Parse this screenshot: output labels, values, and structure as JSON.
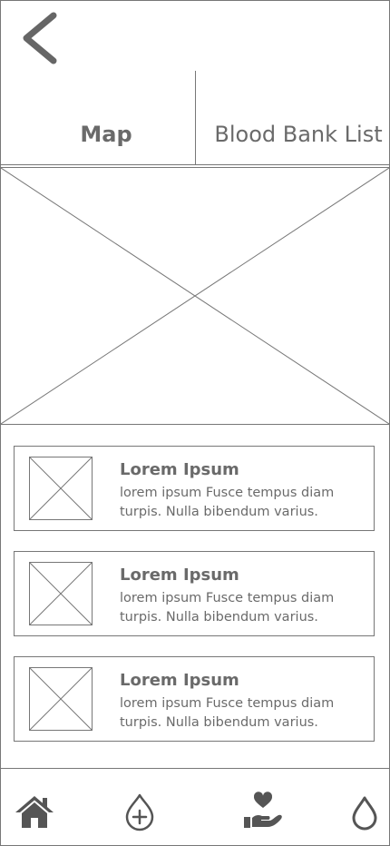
{
  "header": {
    "back_icon": "chevron-left-icon"
  },
  "tabs": [
    {
      "label": "Map",
      "active": true
    },
    {
      "label": "Blood Bank List",
      "active": false
    }
  ],
  "map": {
    "placeholder_icon": "image-placeholder-icon"
  },
  "list": [
    {
      "title": "Lorem Ipsum",
      "description": "lorem ipsum Fusce tempus diam turpis. Nulla bibendum varius."
    },
    {
      "title": "Lorem Ipsum",
      "description": "lorem ipsum Fusce tempus diam turpis. Nulla bibendum varius."
    },
    {
      "title": "Lorem Ipsum",
      "description": "lorem ipsum Fusce tempus diam turpis. Nulla bibendum varius."
    }
  ],
  "bottom_nav": [
    {
      "icon": "home-icon"
    },
    {
      "icon": "add-drop-icon"
    },
    {
      "icon": "donate-heart-icon"
    },
    {
      "icon": "blood-drop-icon"
    }
  ],
  "colors": {
    "stroke": "#777777",
    "text": "#666666",
    "icon": "#555555"
  }
}
